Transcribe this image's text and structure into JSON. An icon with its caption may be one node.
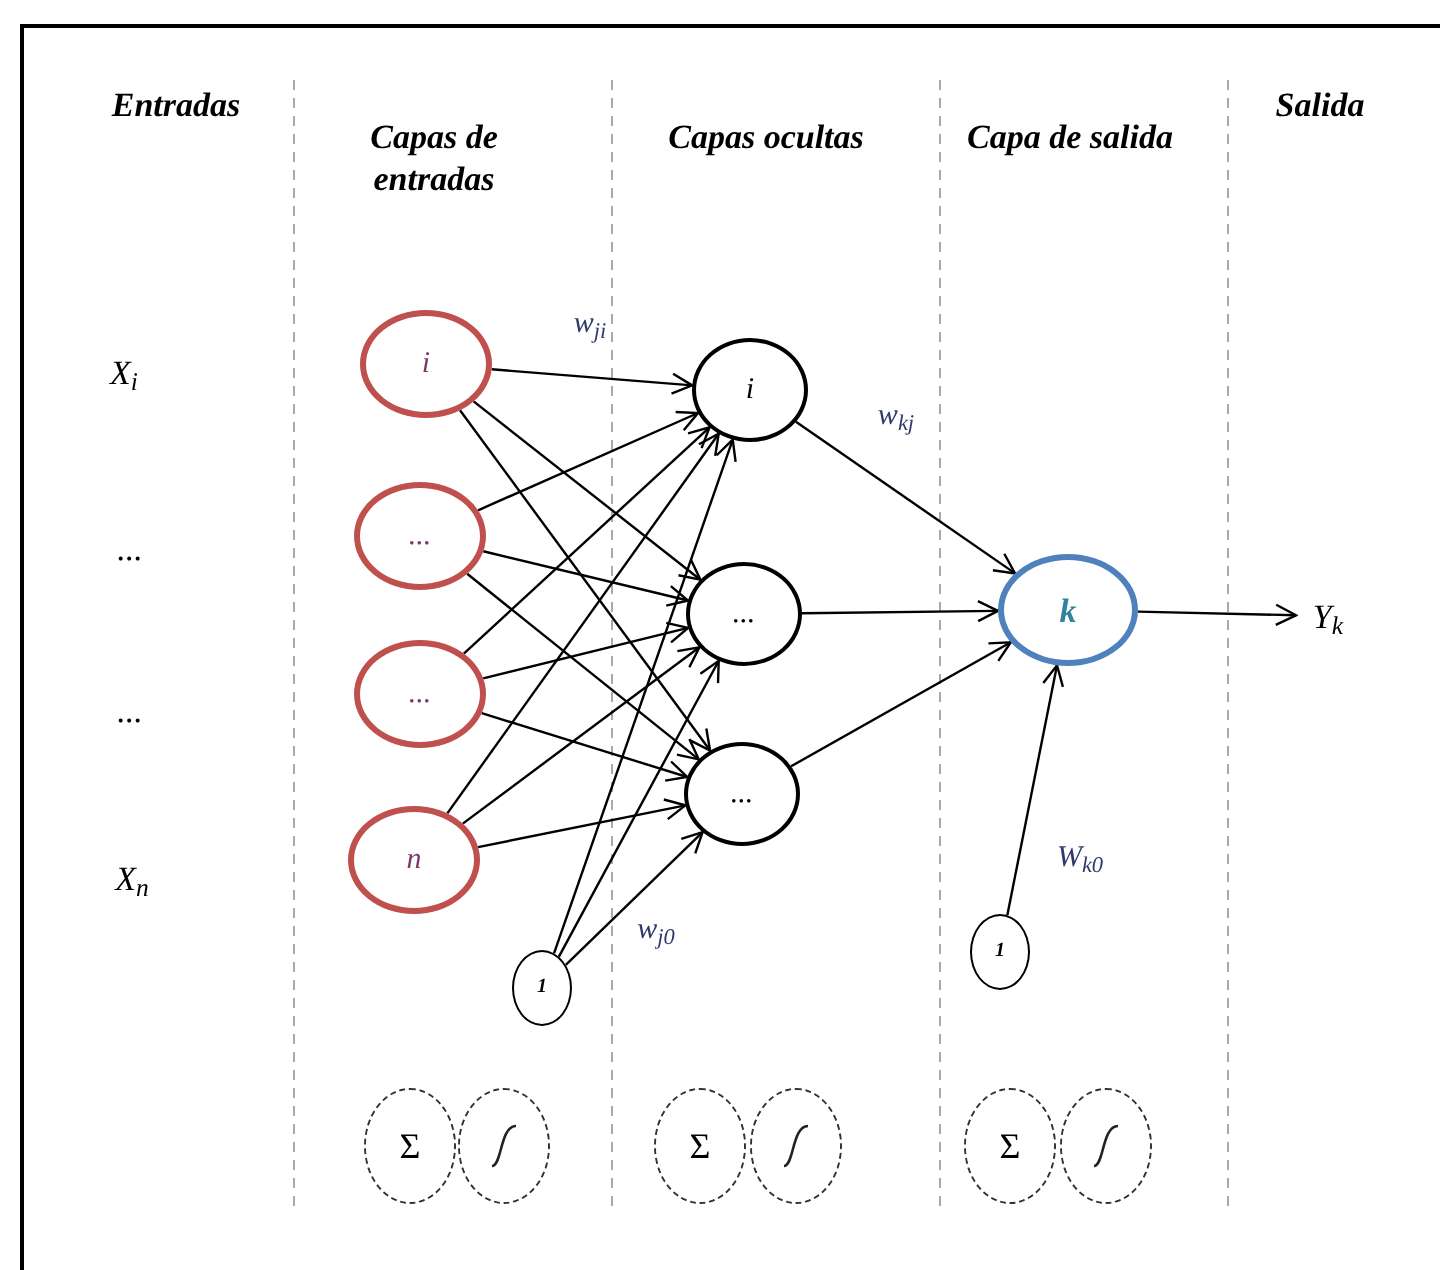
{
  "diagram": {
    "nodes": [
      {
        "text": [
          "i"
        ]
      },
      {
        "text": [
          "..."
        ]
      },
      {
        "text": [
          "..."
        ]
      },
      {
        "text": [
          "n"
        ]
      },
      {
        "text": [
          "1"
        ]
      },
      {
        "text": [
          "i"
        ]
      },
      {
        "text": [
          "..."
        ]
      },
      {
        "text": [
          "..."
        ]
      },
      {
        "text": [
          "k"
        ]
      },
      {
        "text": [
          "1"
        ]
      },
      {
        "text": [
          "Y$_{k}$"
        ]
      },
      {
        "text": [
          "Σ"
        ]
      },
      {
        "text": [],
        "shape": "circle"
      },
      {
        "text": [
          "Σ"
        ]
      },
      {
        "text": [],
        "shape": "circle"
      },
      {
        "text": [
          "Σ"
        ]
      },
      {
        "text": [],
        "shape": "circle"
      }
    ],
    "edges": [
      {
        "from": 0,
        "to": 5,
        "arrow": "to"
      },
      {
        "from": 0,
        "to": 6,
        "arrow": "to"
      },
      {
        "from": 0,
        "to": 7,
        "arrow": "to"
      },
      {
        "from": 1,
        "to": 5,
        "arrow": "to"
      },
      {
        "from": 1,
        "to": 6,
        "arrow": "to"
      },
      {
        "from": 1,
        "to": 7,
        "arrow": "to"
      },
      {
        "from": 2,
        "to": 5,
        "arrow": "to"
      },
      {
        "from": 2,
        "to": 6,
        "arrow": "to"
      },
      {
        "from": 2,
        "to": 7,
        "arrow": "to"
      },
      {
        "from": 3,
        "to": 5,
        "arrow": "to"
      },
      {
        "from": 3,
        "to": 6,
        "arrow": "to"
      },
      {
        "from": 3,
        "to": 7,
        "arrow": "to"
      },
      {
        "from": 4,
        "to": 5,
        "arrow": "to"
      },
      {
        "from": 4,
        "to": 6,
        "arrow": "to"
      },
      {
        "from": 4,
        "to": 7,
        "arrow": "to"
      },
      {
        "from": 5,
        "to": 8,
        "arrow": "to"
      },
      {
        "from": 6,
        "to": 8,
        "arrow": "to"
      },
      {
        "from": 7,
        "to": 8,
        "arrow": "to"
      },
      {
        "from": 9,
        "to": 8,
        "arrow": "to"
      },
      {
        "from": 8,
        "to": 10,
        "arrow": "to"
      }
    ],
    "labels": [
      "Entradas",
      "Capas de entradas",
      "Capas ocultas",
      "Capa de salida",
      "Salida",
      "X$_{i}$",
      "...",
      "...",
      "X$_{n}$",
      "w$_{ji}$",
      "w$_{kj}$",
      "w$_{j0}$",
      "W$_{k0}$"
    ]
  }
}
